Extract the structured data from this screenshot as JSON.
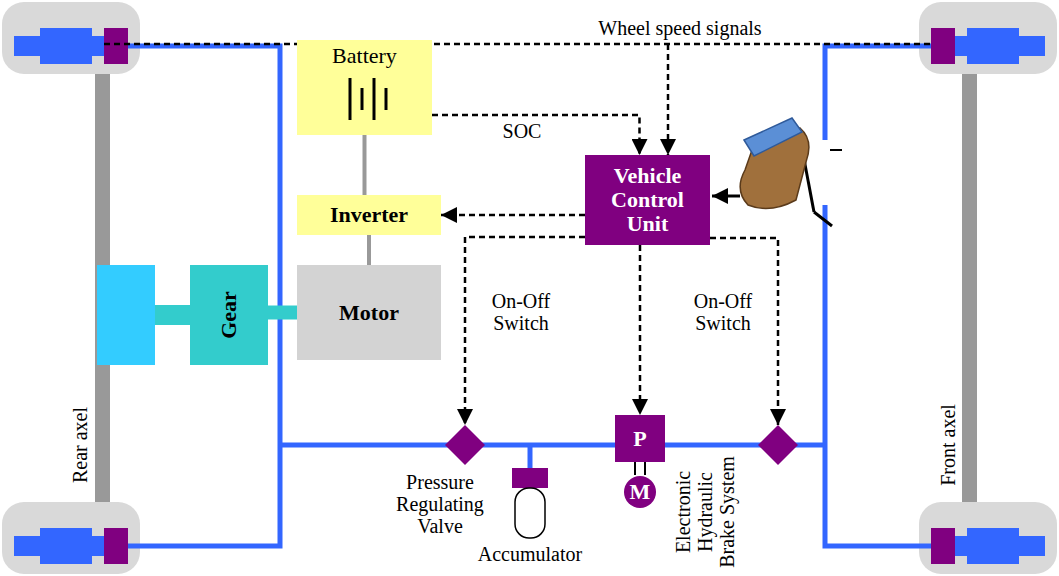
{
  "diagram": {
    "nodes": [
      {
        "text": [
          "Battery"
        ]
      },
      {
        "text": [
          "Inverter"
        ]
      },
      {
        "text": [
          "Motor"
        ]
      },
      {
        "text": [
          "Gear"
        ]
      },
      {
        "text": [
          "Vehicle Control Unit"
        ]
      },
      {
        "text": [
          "Pressure Regulating Valve"
        ]
      },
      {
        "text": [
          "Accumulator"
        ]
      },
      {
        "text": [
          "P"
        ]
      },
      {
        "text": [
          "M"
        ]
      }
    ],
    "edges": [
      {
        "from": 0,
        "to": 4,
        "arrow": "to",
        "label": "SOC"
      },
      {
        "from": 4,
        "to": 1,
        "arrow": "to"
      },
      {
        "from": 4,
        "to": 5,
        "arrow": "to",
        "label": "On-Off Switch"
      },
      {
        "from": 4,
        "to": 7,
        "arrow": "to"
      },
      {
        "from": 0,
        "to": 1,
        "arrow": "none"
      },
      {
        "from": 1,
        "to": 2,
        "arrow": "none"
      },
      {
        "from": 2,
        "to": 3,
        "arrow": "none"
      },
      {
        "from": 7,
        "to": 8,
        "arrow": "none"
      }
    ],
    "labels": [
      "Wheel speed signals",
      "On-Off Switch",
      "Electronic Hydraulic Brake System",
      "Rear axel",
      "Front axel"
    ]
  }
}
